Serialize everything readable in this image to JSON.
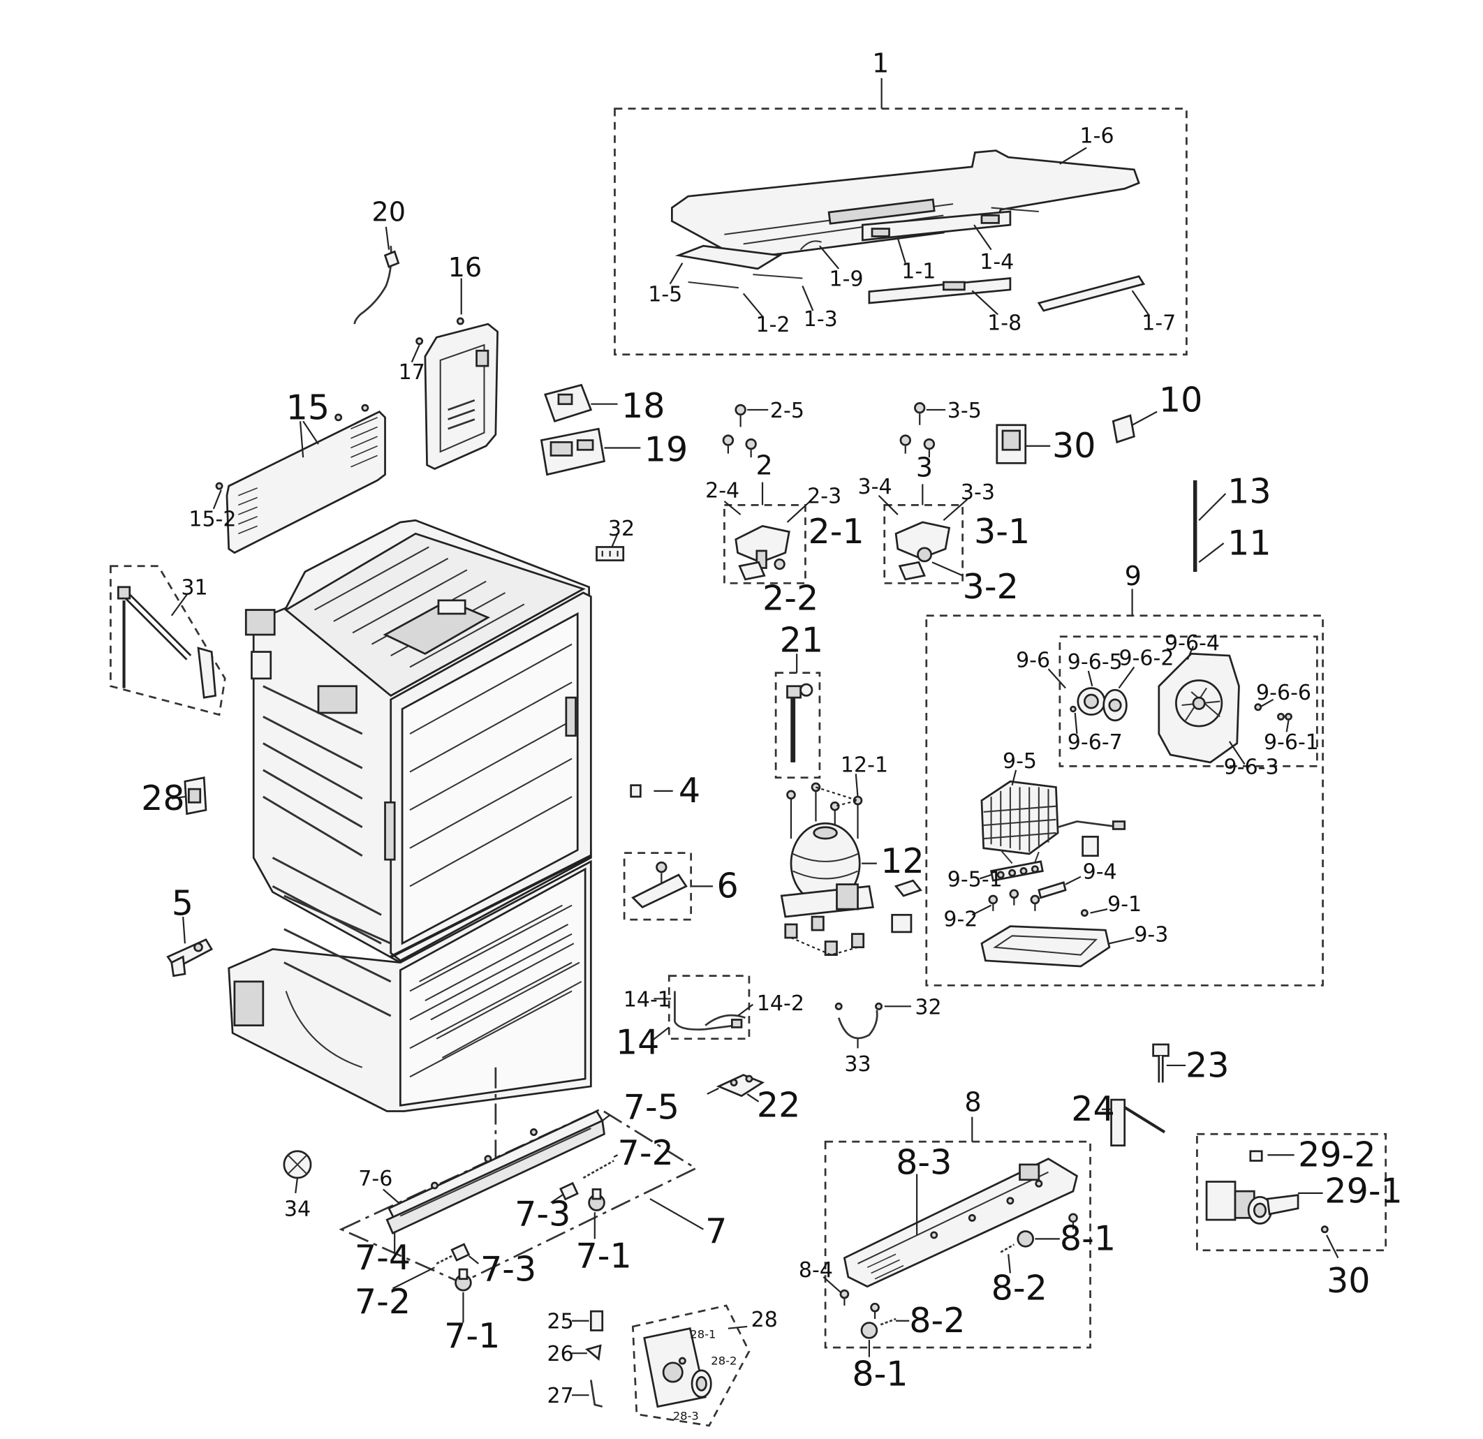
{
  "labels": {
    "l1": "1",
    "l1_6": "1-6",
    "l1_1": "1-1",
    "l1_4": "1-4",
    "l1_5": "1-5",
    "l1_9": "1-9",
    "l1_2": "1-2",
    "l1_3": "1-3",
    "l1_8": "1-8",
    "l1_7": "1-7",
    "l20": "20",
    "l16": "16",
    "l17": "17",
    "l15": "15",
    "l15_2": "15-2",
    "l18": "18",
    "l19": "19",
    "l2_5": "2-5",
    "l2": "2",
    "l2_4": "2-4",
    "l2_3": "2-3",
    "l2_1": "2-1",
    "l2_2": "2-2",
    "l3_5": "3-5",
    "l3": "3",
    "l3_4": "3-4",
    "l3_3": "3-3",
    "l3_1": "3-1",
    "l3_2": "3-2",
    "l30a": "30",
    "l10": "10",
    "l13": "13",
    "l11": "11",
    "l32a": "32",
    "l31": "31",
    "l9": "9",
    "l9_6": "9-6",
    "l9_6_5": "9-6-5",
    "l9_6_2": "9-6-2",
    "l9_6_4": "9-6-4",
    "l9_6_6": "9-6-6",
    "l9_6_7": "9-6-7",
    "l9_6_1": "9-6-1",
    "l9_6_3": "9-6-3",
    "l9_5": "9-5",
    "l9_5_1": "9-5-1",
    "l9_4": "9-4",
    "l9_2": "9-2",
    "l9_1": "9-1",
    "l9_3": "9-3",
    "l21": "21",
    "l12_1": "12-1",
    "l12": "12",
    "l4": "4",
    "l28a": "28",
    "l6": "6",
    "l5": "5",
    "l14_1": "14-1",
    "l14_2": "14-2",
    "l14": "14",
    "l32b": "32",
    "l33": "33",
    "l23": "23",
    "l7_5": "7-5",
    "l7_6": "7-6",
    "l7_2a": "7-2",
    "l7_3a": "7-3",
    "l7_1a": "7-1",
    "l7": "7",
    "l7_4": "7-4",
    "l7_3b": "7-3",
    "l7_2b": "7-2",
    "l7_1b": "7-1",
    "l22": "22",
    "l24": "24",
    "l8": "8",
    "l8_3": "8-3",
    "l8_1a": "8-1",
    "l8_2a": "8-2",
    "l8_4": "8-4",
    "l8_2b": "8-2",
    "l8_1b": "8-1",
    "l29_2": "29-2",
    "l29_1": "29-1",
    "l30b": "30",
    "l34": "34",
    "l25": "25",
    "l26": "26",
    "l27": "27",
    "l28b": "28",
    "l28_1": "28-1",
    "l28_2": "28-2",
    "l28_3": "28-3"
  }
}
